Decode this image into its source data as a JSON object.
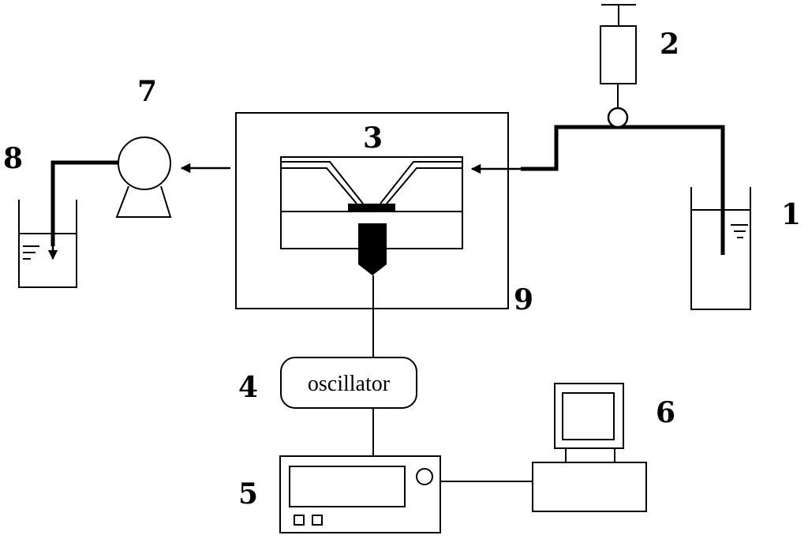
{
  "labels": {
    "reservoir": "1",
    "syringe": "2",
    "chip": "3",
    "oscillator_num": "4",
    "generator": "5",
    "computer": "6",
    "pump": "7",
    "waste": "8",
    "enclosure": "9"
  },
  "oscillator_text": "oscillator",
  "colors": {
    "line": "#000000",
    "background": "#ffffff"
  }
}
